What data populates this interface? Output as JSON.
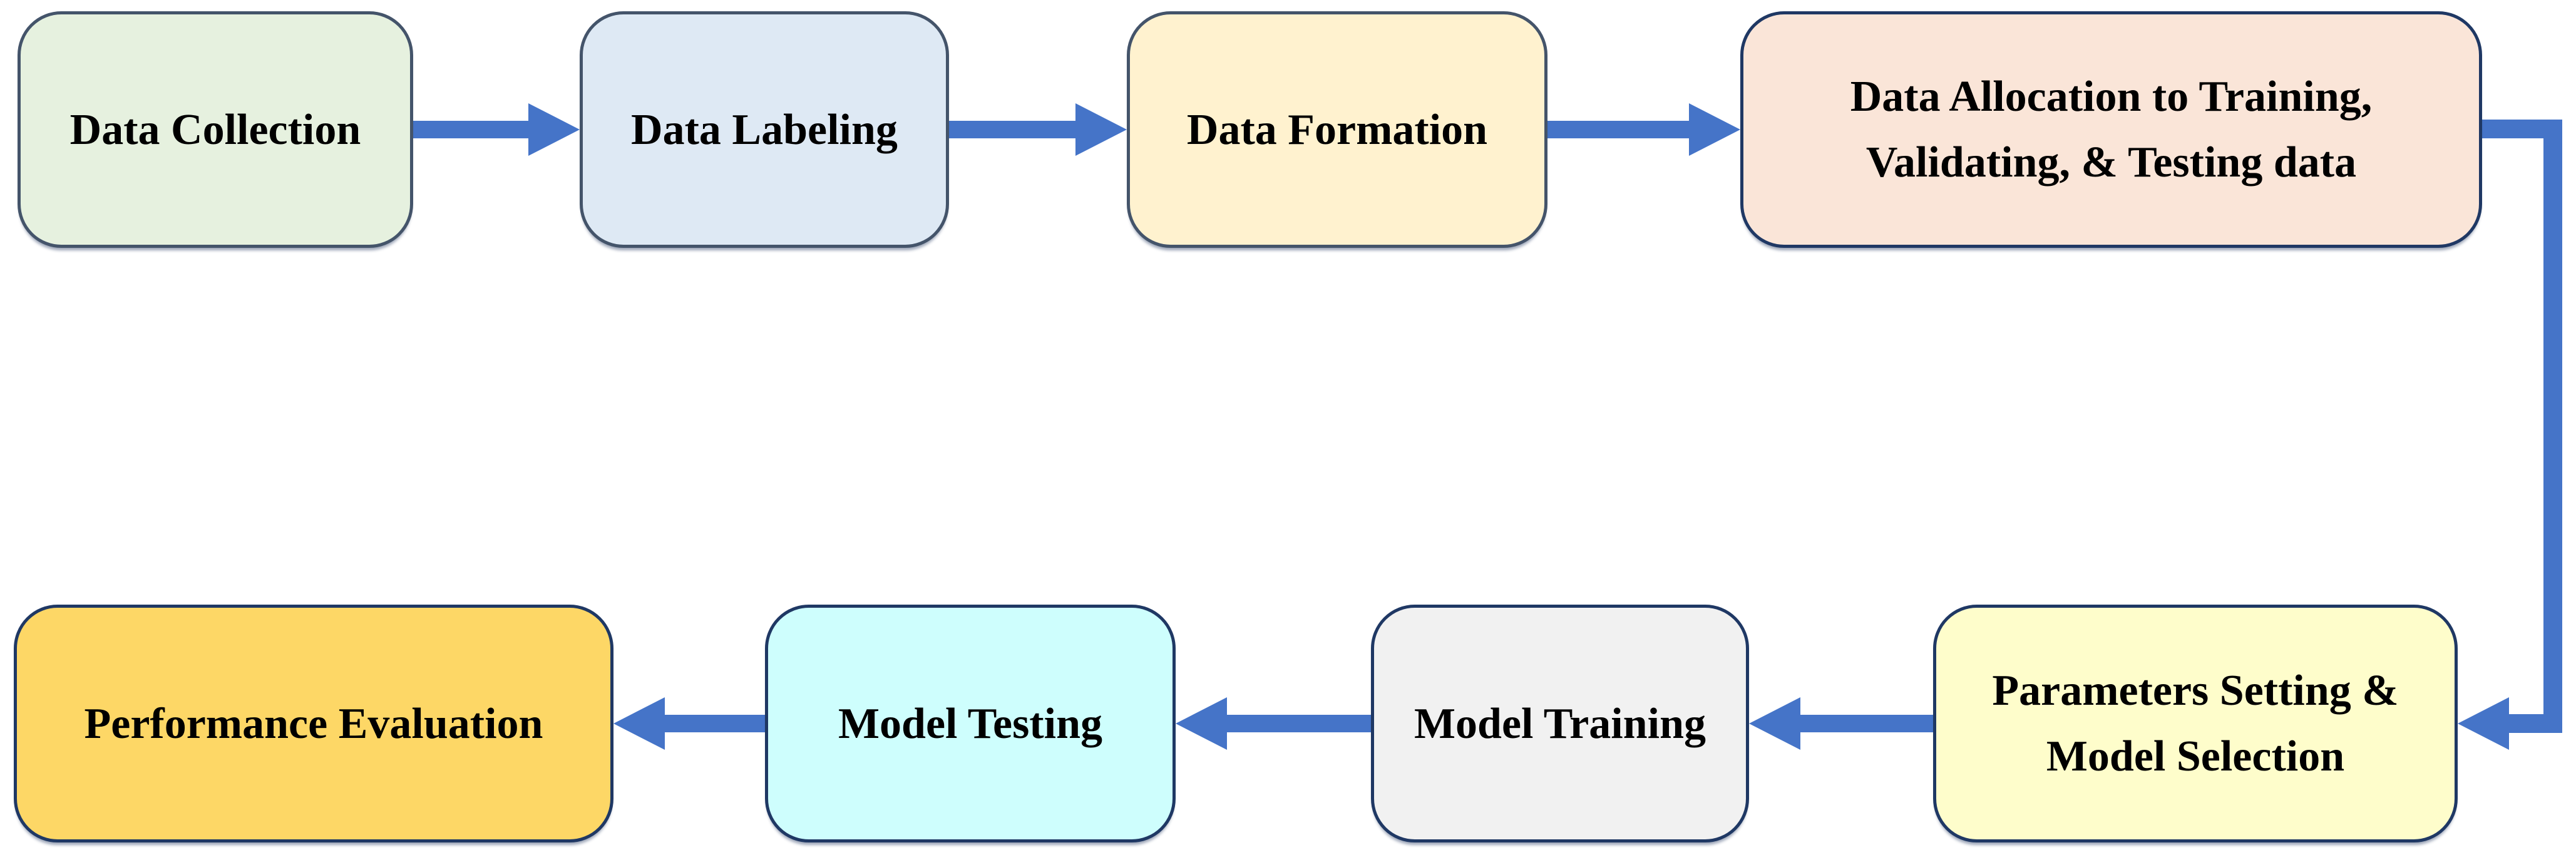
{
  "diagram": {
    "type": "flowchart",
    "description_of_flow": "left-to-right on top row, elbow down right side, right-to-left on bottom row"
  },
  "colors": {
    "background": "#FFFFFF",
    "arrow": "#4574C8",
    "text": "#000000",
    "border_dark": "#1F3864",
    "border_slate": "#44546A"
  },
  "nodes": [
    {
      "id": "data-collection",
      "label": "Data Collection",
      "fill": "#E6F1DF",
      "border": "#44546A"
    },
    {
      "id": "data-labeling",
      "label": "Data Labeling",
      "fill": "#DEE9F4",
      "border": "#44546A"
    },
    {
      "id": "data-formation",
      "label": "Data Formation",
      "fill": "#FFF2CF",
      "border": "#44546A"
    },
    {
      "id": "data-allocation",
      "label": "Data Allocation to Training, Validating, & Testing data",
      "fill": "#FAE5D8",
      "border": "#1F3864"
    },
    {
      "id": "parameters-setting",
      "label": "Parameters Setting & Model Selection",
      "fill": "#FEFDCB",
      "border": "#1F3864"
    },
    {
      "id": "model-training",
      "label": "Model Training",
      "fill": "#F1F1F1",
      "border": "#1F3864"
    },
    {
      "id": "model-testing",
      "label": "Model Testing",
      "fill": "#CEFEFD",
      "border": "#1F3864"
    },
    {
      "id": "performance-evaluation",
      "label": "Performance Evaluation",
      "fill": "#FDD766",
      "border": "#1F3864"
    }
  ],
  "edges": [
    {
      "from": "data-collection",
      "to": "data-labeling"
    },
    {
      "from": "data-labeling",
      "to": "data-formation"
    },
    {
      "from": "data-formation",
      "to": "data-allocation"
    },
    {
      "from": "data-allocation",
      "to": "parameters-setting"
    },
    {
      "from": "parameters-setting",
      "to": "model-training"
    },
    {
      "from": "model-training",
      "to": "model-testing"
    },
    {
      "from": "model-testing",
      "to": "performance-evaluation"
    }
  ]
}
